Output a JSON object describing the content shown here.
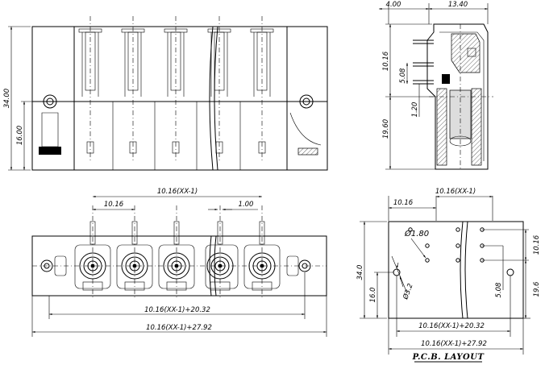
{
  "front_view": {
    "height_total": "34.00",
    "height_mount": "16.00"
  },
  "side_view": {
    "width_left": "4.00",
    "width_right": "13.40",
    "pin_top": "10.16",
    "pin_spacing": "5.08",
    "pin_offset": "1.20",
    "body_height": "19.60"
  },
  "top_view": {
    "pitch_total": "10.16(XX-1)",
    "pitch": "10.16",
    "pin_width": "1.00",
    "length_inner": "10.16(XX-1)+20.32",
    "length_outer": "10.16(XX-1)+27.92"
  },
  "pcb_layout": {
    "pitch": "10.16",
    "pitch_total": "10.16(XX-1)",
    "hole_dia": "Ø1.80",
    "mount_hole_dia": "Ø3.2",
    "height_total": "34.0",
    "height_mount": "16.0",
    "right_row_pitch": "10.16",
    "right_offset": "5.08",
    "right_height": "19.6",
    "length_inner": "10.16(XX-1)+20.32",
    "length_outer": "10.16(XX-1)+27.92",
    "title": "P.C.B. LAYOUT"
  }
}
